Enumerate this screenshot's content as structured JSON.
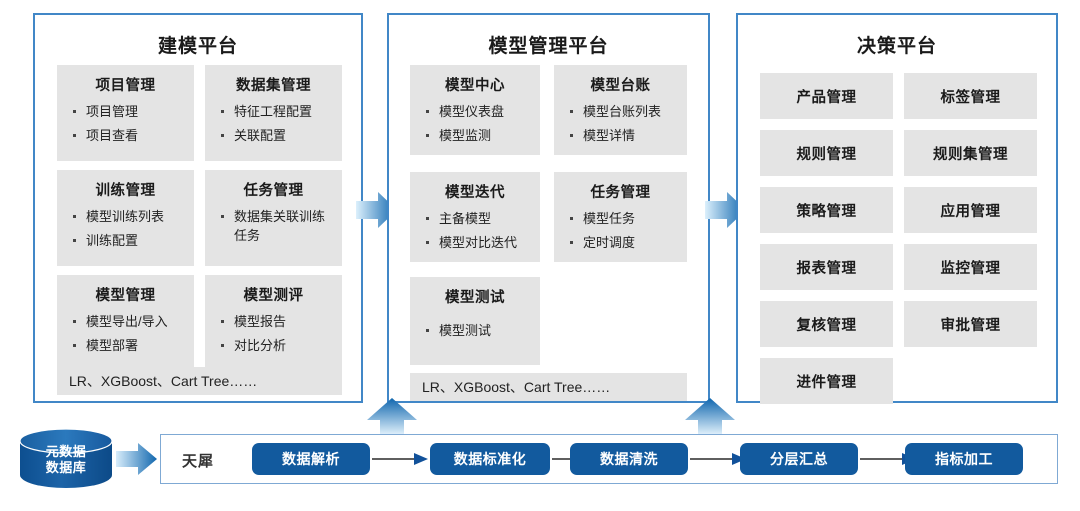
{
  "colors": {
    "panel_border": "#4187c7",
    "card_bg": "#e4e4e4",
    "pill_bg": "#125a9e",
    "arrow_dark": "#1167ae",
    "arrow_light": "#cfe6f7",
    "db_fill": "#17599e",
    "page_bg": "#ffffff"
  },
  "panels": [
    {
      "id": "modeling",
      "title": "建模平台",
      "cards": [
        {
          "title": "项目管理",
          "items": [
            "项目管理",
            "项目查看"
          ]
        },
        {
          "title": "数据集管理",
          "items": [
            "特征工程配置",
            "关联配置"
          ]
        },
        {
          "title": "训练管理",
          "items": [
            "模型训练列表",
            "训练配置"
          ]
        },
        {
          "title": "任务管理",
          "items": [
            "数据集关联训练任务"
          ]
        },
        {
          "title": "模型管理",
          "items": [
            "模型导出/导入",
            "模型部署"
          ]
        },
        {
          "title": "模型测评",
          "items": [
            "模型报告",
            "对比分析"
          ]
        }
      ],
      "algorithms": "LR、XGBoost、Cart Tree……"
    },
    {
      "id": "model-management",
      "title": "模型管理平台",
      "cards": [
        {
          "title": "模型中心",
          "items": [
            "模型仪表盘",
            "模型监测"
          ]
        },
        {
          "title": "模型台账",
          "items": [
            "模型台账列表",
            "模型详情"
          ]
        },
        {
          "title": "模型迭代",
          "items": [
            "主备模型",
            "模型对比迭代"
          ]
        },
        {
          "title": "任务管理",
          "items": [
            "模型任务",
            "定时调度"
          ]
        },
        {
          "title": "模型测试",
          "items": [
            "模型测试"
          ]
        }
      ],
      "algorithms": "LR、XGBoost、Cart Tree……"
    },
    {
      "id": "decision",
      "title": "决策平台",
      "modules": [
        "产品管理",
        "标签管理",
        "规则管理",
        "规则集管理",
        "策略管理",
        "应用管理",
        "报表管理",
        "监控管理",
        "复核管理",
        "审批管理",
        "进件管理"
      ]
    }
  ],
  "database": {
    "line1": "元数据",
    "line2": "数据库"
  },
  "pipeline": {
    "label": "天犀",
    "steps": [
      "数据解析",
      "数据标准化",
      "数据清洗",
      "分层汇总",
      "指标加工"
    ]
  }
}
